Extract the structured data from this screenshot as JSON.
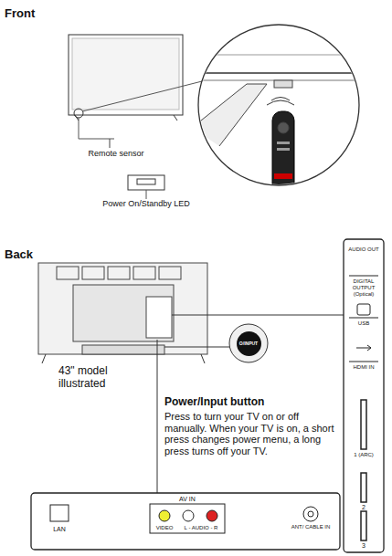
{
  "diagram": {
    "nodes": [
      {
        "text": [
          "O/INPUT"
        ]
      }
    ],
    "labels": [
      "Front",
      "Remote sensor",
      "Power On/Standby LED",
      "Back",
      "43\" model illustrated",
      "Power/Input button",
      "Press to turn your TV on or off manually. When your TV is on, a short press changes power menu, a long press turns off your TV.",
      "AUDIO OUT",
      "DIGITAL OUTPUT (Optical)",
      "USB",
      "HDMI IN",
      "1 (ARC)",
      "2",
      "3",
      "LAN",
      "AV IN",
      "VIDEO",
      "L - AUDIO - R",
      "ANT/ CABLE IN"
    ]
  }
}
